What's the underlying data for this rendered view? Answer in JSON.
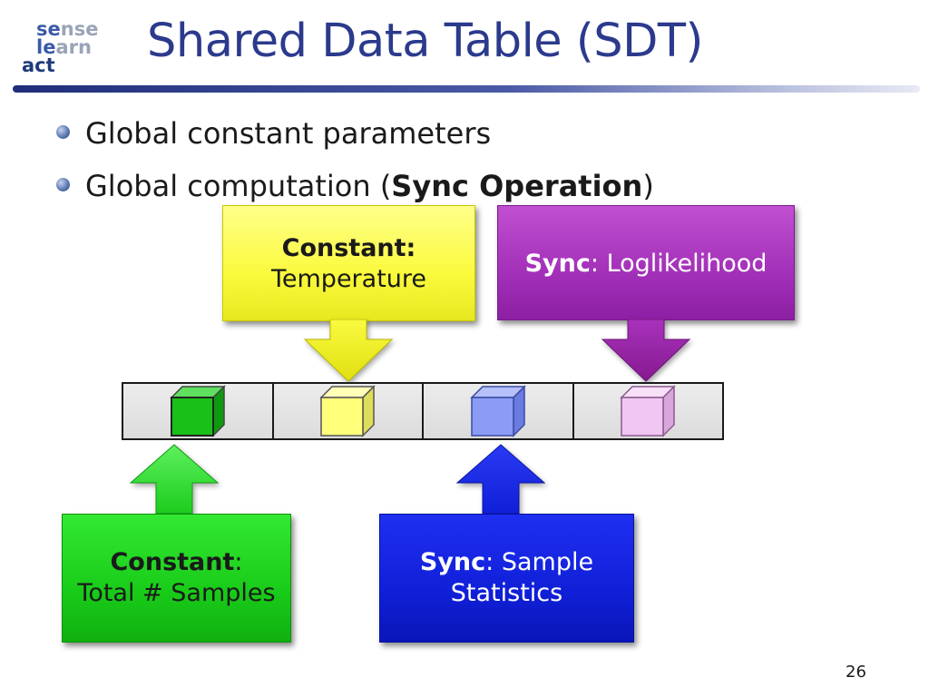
{
  "logo": {
    "line1a": "se",
    "line1b": "nse",
    "line2a": "le",
    "line2b": "arn",
    "line3": "act"
  },
  "title": "Shared Data Table (SDT)",
  "bullets": [
    {
      "text": "Global constant parameters"
    },
    {
      "prefix": "Global computation (",
      "bold": "Sync Operation",
      "suffix": ")"
    }
  ],
  "boxes": {
    "temperature": {
      "bold": "Constant:",
      "text": "Temperature"
    },
    "loglikelihood": {
      "bold": "Sync",
      "text": ": Loglikelihood"
    },
    "total_samples": {
      "bold": "Constant",
      "text_colon": ":",
      "text": "Total # Samples"
    },
    "sample_stats": {
      "bold": "Sync",
      "text1": ": Sample",
      "text2": "Statistics"
    }
  },
  "cells": [
    {
      "name": "green-cube",
      "color": "#18c018"
    },
    {
      "name": "yellow-cube",
      "color": "#ffff7a"
    },
    {
      "name": "blue-cube",
      "color": "#8c9cf6"
    },
    {
      "name": "pink-cube",
      "color": "#f0c6f2"
    }
  ],
  "colors": {
    "title": "#2b3a8c",
    "yellow": "#fafa3c",
    "purple": "#a230b8",
    "green": "#19cc19",
    "blue": "#1020d8"
  },
  "page_number": "26"
}
